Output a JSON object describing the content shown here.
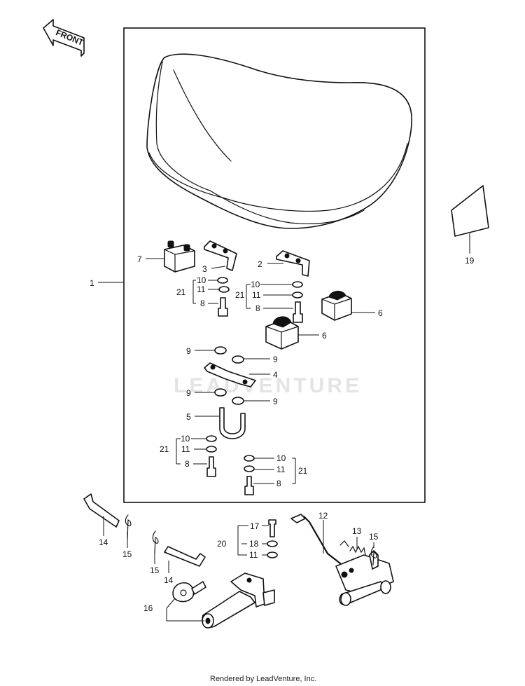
{
  "front_arrow": {
    "label": "FRONT"
  },
  "watermark": "LEADVENTURE",
  "footer": "Rendered by LeadVenture, Inc.",
  "callouts": {
    "c1": "1",
    "c2": "2",
    "c3": "3",
    "c4": "4",
    "c5": "5",
    "c6a": "6",
    "c6b": "6",
    "c7": "7",
    "c8a": "8",
    "c8b": "8",
    "c8c": "8",
    "c8d": "8",
    "c9a": "9",
    "c9b": "9",
    "c9c": "9",
    "c9d": "9",
    "c10a": "10",
    "c10b": "10",
    "c10c": "10",
    "c10d": "10",
    "c11a": "11",
    "c11b": "11",
    "c11c": "11",
    "c11d": "11",
    "c11e": "11",
    "c12": "12",
    "c13": "13",
    "c14a": "14",
    "c14b": "14",
    "c15a": "15",
    "c15b": "15",
    "c15c": "15",
    "c16": "16",
    "c17": "17",
    "c18": "18",
    "c19": "19",
    "c20": "20",
    "c21a": "21",
    "c21b": "21",
    "c21c": "21",
    "c21d": "21"
  }
}
